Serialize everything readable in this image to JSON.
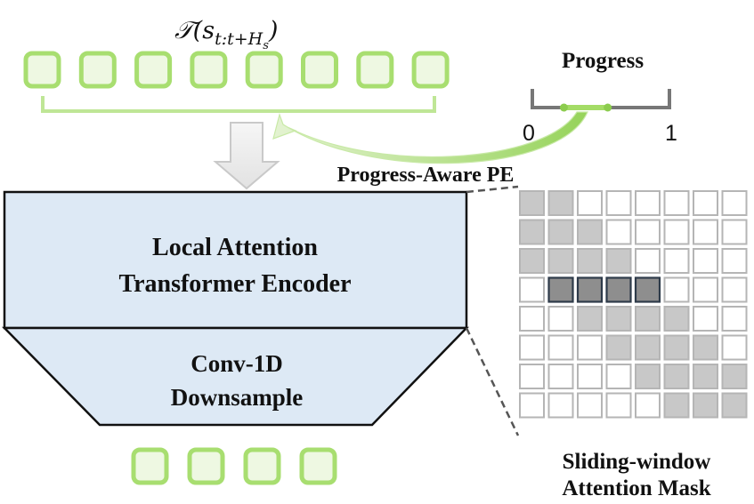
{
  "top_label": {
    "head": "𝒯(s",
    "sub": "t:t+H",
    "subsub": "s",
    "tail": ")"
  },
  "input_token_count": 8,
  "output_token_count": 4,
  "progress": {
    "title": "Progress",
    "min_label": "0",
    "max_label": "1",
    "range": [
      0.23,
      0.55
    ]
  },
  "pe_label": "Progress-Aware PE",
  "encoder": {
    "line1": "Local Attention",
    "line2": "Transformer Encoder"
  },
  "downsample": {
    "line1": "Conv-1D",
    "line2": "Downsample"
  },
  "mask": {
    "title_line1": "Sliding-window",
    "title_line2": "Attention Mask",
    "rows": 8,
    "cols": 8,
    "highlight_row": 3,
    "cells": [
      [
        1,
        1,
        0,
        0,
        0,
        0,
        0,
        0
      ],
      [
        1,
        1,
        1,
        0,
        0,
        0,
        0,
        0
      ],
      [
        1,
        1,
        1,
        1,
        0,
        0,
        0,
        0
      ],
      [
        0,
        1,
        1,
        1,
        1,
        0,
        0,
        0
      ],
      [
        0,
        0,
        1,
        1,
        1,
        1,
        0,
        0
      ],
      [
        0,
        0,
        0,
        1,
        1,
        1,
        1,
        0
      ],
      [
        0,
        0,
        0,
        0,
        1,
        1,
        1,
        1
      ],
      [
        0,
        0,
        0,
        0,
        0,
        1,
        1,
        1
      ]
    ]
  },
  "colors": {
    "token_stroke": "#a8de70",
    "token_fill": "#eef8e2",
    "block_fill": "#dde9f5",
    "block_stroke": "#111111",
    "mask_on": "#c8c8c8",
    "mask_highlight": "#8e8e8e",
    "mask_grid": "#b5b5b5"
  }
}
